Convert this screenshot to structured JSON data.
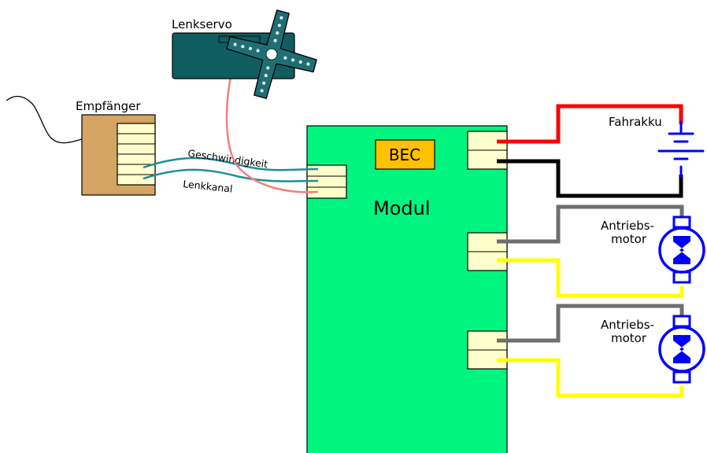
{
  "labels": {
    "servo": "Lenkservo",
    "receiver": "Empfänger",
    "bec": "BEC",
    "module": "Modul",
    "battery": "Fahrakku",
    "channel_speed": "Geschwindigkeit",
    "channel_steering": "Lenkkanal",
    "motor1_line1": "Antriebs-",
    "motor1_line2": "motor",
    "motor2_line1": "Antriebs-",
    "motor2_line2": "motor"
  },
  "colors": {
    "module": "#00f57f",
    "bec": "#ffc000",
    "connector": "#ffffcc",
    "receiver": "#d4a463",
    "servo": "#0f5d61",
    "servo_wire": "#f08080",
    "signal_wire": "#1e8f96",
    "positive": "#ff0000",
    "negative": "#000000",
    "motor_gray": "#6e6e6e",
    "motor_yellow": "#ffff00",
    "symbol_blue": "#0000ff"
  },
  "icons": {
    "servo": "servo-icon",
    "battery": "battery-icon",
    "motor": "motor-icon",
    "antenna": "antenna-icon"
  }
}
